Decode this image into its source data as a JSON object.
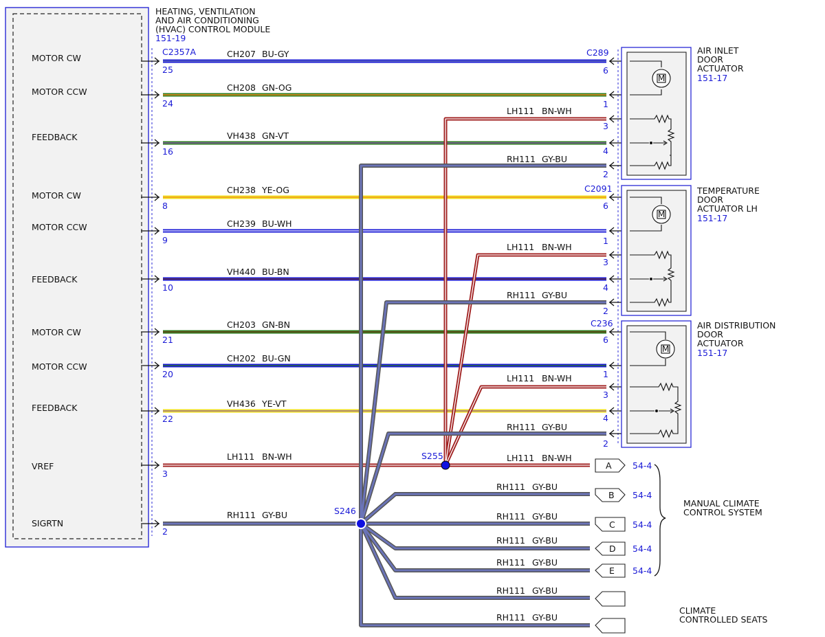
{
  "hvac_module": {
    "title_lines": [
      "HEATING, VENTILATION",
      "AND AIR CONDITIONING",
      "(HVAC) CONTROL MODULE"
    ],
    "ref": "151-19",
    "connector": "C2357A",
    "pins": [
      {
        "label": "MOTOR CW",
        "pin": "25"
      },
      {
        "label": "MOTOR CCW",
        "pin": "24"
      },
      {
        "label": "FEEDBACK",
        "pin": "16"
      },
      {
        "label": "MOTOR CW",
        "pin": "8"
      },
      {
        "label": "MOTOR CCW",
        "pin": "9"
      },
      {
        "label": "FEEDBACK",
        "pin": "10"
      },
      {
        "label": "MOTOR CW",
        "pin": "21"
      },
      {
        "label": "MOTOR CCW",
        "pin": "20"
      },
      {
        "label": "FEEDBACK",
        "pin": "22"
      },
      {
        "label": "VREF",
        "pin": "3"
      },
      {
        "label": "SIGRTN",
        "pin": "2"
      }
    ]
  },
  "actuators": [
    {
      "title_lines": [
        "AIR INLET",
        "DOOR",
        "ACTUATOR"
      ],
      "ref": "151-17",
      "connector": "C289",
      "pins": [
        "6",
        "1",
        "3",
        "4",
        "2"
      ]
    },
    {
      "title_lines": [
        "TEMPERATURE",
        "DOOR",
        "ACTUATOR LH"
      ],
      "ref": "151-17",
      "connector": "C2091",
      "pins": [
        "6",
        "1",
        "3",
        "4",
        "2"
      ]
    },
    {
      "title_lines": [
        "AIR DISTRIBUTION",
        "DOOR",
        "ACTUATOR"
      ],
      "ref": "151-17",
      "connector": "C236",
      "pins": [
        "6",
        "1",
        "3",
        "4",
        "2"
      ]
    }
  ],
  "wires": [
    {
      "circuit": "CH207",
      "color": "BU-GY"
    },
    {
      "circuit": "CH208",
      "color": "GN-OG"
    },
    {
      "circuit": "LH111",
      "color": "BN-WH"
    },
    {
      "circuit": "VH438",
      "color": "GN-VT"
    },
    {
      "circuit": "RH111",
      "color": "GY-BU"
    },
    {
      "circuit": "CH238",
      "color": "YE-OG"
    },
    {
      "circuit": "CH239",
      "color": "BU-WH"
    },
    {
      "circuit": "LH111",
      "color": "BN-WH"
    },
    {
      "circuit": "VH440",
      "color": "BU-BN"
    },
    {
      "circuit": "RH111",
      "color": "GY-BU"
    },
    {
      "circuit": "CH203",
      "color": "GN-BN"
    },
    {
      "circuit": "CH202",
      "color": "BU-GN"
    },
    {
      "circuit": "LH111",
      "color": "BN-WH"
    },
    {
      "circuit": "VH436",
      "color": "YE-VT"
    },
    {
      "circuit": "RH111",
      "color": "GY-BU"
    },
    {
      "circuit": "LH111",
      "color": "BN-WH"
    },
    {
      "circuit": "RH111",
      "color": "GY-BU"
    }
  ],
  "splices": {
    "s255": "S255",
    "s246": "S246"
  },
  "outputs": [
    {
      "circuit": "LH111",
      "color": "BN-WH",
      "letter": "A",
      "ref": "54-4"
    },
    {
      "circuit": "RH111",
      "color": "GY-BU",
      "letter": "B",
      "ref": "54-4"
    },
    {
      "circuit": "RH111",
      "color": "GY-BU",
      "letter": "C",
      "ref": "54-4"
    },
    {
      "circuit": "RH111",
      "color": "GY-BU",
      "letter": "D",
      "ref": "54-4"
    },
    {
      "circuit": "RH111",
      "color": "GY-BU",
      "letter": "E",
      "ref": "54-4"
    },
    {
      "circuit": "RH111",
      "color": "GY-BU",
      "letter": "",
      "ref": ""
    },
    {
      "circuit": "RH111",
      "color": "GY-BU",
      "letter": "",
      "ref": ""
    }
  ],
  "systems": {
    "manual_lines": [
      "MANUAL CLIMATE",
      "CONTROL SYSTEM"
    ],
    "seats_lines": [
      "CLIMATE",
      "CONTROLLED SEATS"
    ]
  },
  "colors": {
    "blue": "#1a1ad6",
    "green": "#2e7d1f",
    "yellow": "#f0e020",
    "brown_red": "#a02020",
    "gray_blue": "#6b74b8"
  }
}
